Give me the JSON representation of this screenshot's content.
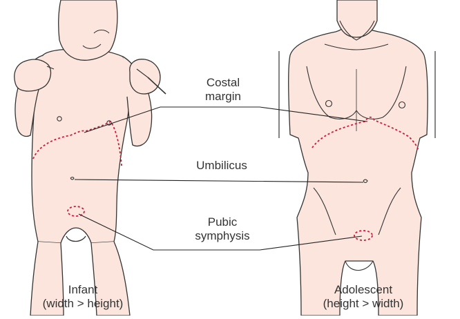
{
  "labels": {
    "costal_margin": [
      "Costal",
      "margin"
    ],
    "umbilicus": "Umbilicus",
    "pubic_symphysis": [
      "Pubic",
      "symphysis"
    ],
    "infant": [
      "Infant",
      "(width > height)"
    ],
    "adolescent": [
      "Adolescent",
      "(height > width)"
    ]
  },
  "colors": {
    "skin": "#FBE5DC",
    "outline": "#333333",
    "landmark_dashed": "#D0183C",
    "leader_line": "#222222"
  }
}
